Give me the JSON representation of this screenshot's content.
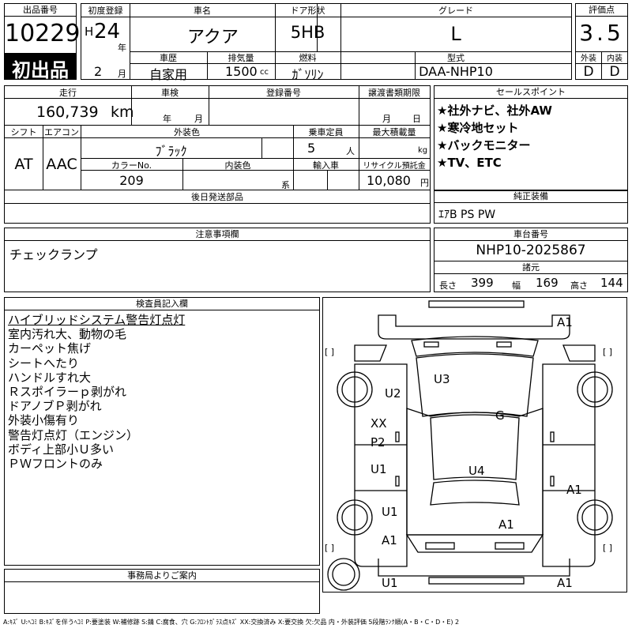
{
  "header": {
    "lot_no_label": "出品番号",
    "lot_no": "10229",
    "first_listing": "初出品",
    "reg_label": "初度登録",
    "reg_era": "H",
    "reg_year": "24",
    "year_unit": "年",
    "reg_month": "2",
    "month_unit": "月",
    "car_name_label": "車名",
    "car_name": "アクア",
    "door_label": "ドア形状",
    "door": "5HB",
    "grade_label": "グレード",
    "grade": "L",
    "score_label": "評価点",
    "score": "3.5",
    "history_label": "車歴",
    "history": "自家用",
    "displacement_label": "排気量",
    "displacement": "1500",
    "displacement_unit": "cc",
    "fuel_label": "燃料",
    "fuel": "ｶﾞｿﾘﾝ",
    "model_label": "型式",
    "model": "DAA-NHP10",
    "exterior_label": "外装",
    "exterior": "D",
    "interior_label": "内装",
    "interior": "D"
  },
  "row2": {
    "mileage_label": "走行",
    "mileage": "160,739",
    "mileage_unit": "km",
    "inspection_label": "車検",
    "year_unit": "年",
    "month_unit": "月",
    "plate_label": "登録番号",
    "transfer_label": "譲渡書類期限",
    "t_month": "月",
    "t_day": "日",
    "sales_label": "セールスポイント",
    "sales_points": [
      "★社外ナビ、社外AW",
      "★寒冷地セット",
      "★バックモニター",
      "★TV、ETC"
    ],
    "shift_label": "シフト",
    "shift": "AT",
    "ac_label": "エアコン",
    "ac": "AAC",
    "color_label": "外装色",
    "color": "ﾌﾞﾗｯｸ",
    "capacity_label": "乗車定員",
    "capacity": "5",
    "capacity_unit": "人",
    "load_label": "最大積載量",
    "load_unit": "kg",
    "color_no_label": "カラーNo.",
    "color_no": "209",
    "int_color_label": "内装色",
    "int_color_unit": "系",
    "import_label": "輸入車",
    "recycle_label": "リサイクル預託金",
    "recycle": "10,080",
    "recycle_unit": "円",
    "later_parts_label": "後日発送部品",
    "equip_label": "純正装備",
    "equip": "ｴｱB PS PW"
  },
  "row3": {
    "caution_label": "注意事項欄",
    "caution": "チェックランプ",
    "chassis_label": "車台番号",
    "chassis": "NHP10-2025867",
    "spec_label": "諸元",
    "length_label": "長さ",
    "length": "399",
    "width_label": "幅",
    "width": "169",
    "height_label": "高さ",
    "height": "144"
  },
  "inspector": {
    "label": "検査員記入欄",
    "lines": [
      "ハイブリッドシステム警告灯点灯",
      "室内汚れ大、動物の毛",
      "カーペット焦げ",
      "シートへたり",
      "ハンドルすれ大",
      "Ｒスポイラーｐ剥がれ",
      "ドアノブＰ剥がれ",
      "外装小傷有り",
      "警告灯点灯（エンジン）",
      "ボディ上部小Ｕ多い",
      "ＰＷフロントのみ"
    ]
  },
  "office": {
    "label": "事務局よりご案内"
  },
  "diagram_marks": {
    "front_bumper": "A1",
    "u3": "U3",
    "u2": "U2",
    "g": "G",
    "xx": "XX",
    "p2": "P2",
    "u1_left_door": "U1",
    "u4": "U4",
    "a1_right_rear": "A1",
    "u1_left_rear": "U1",
    "a1_trunk": "A1",
    "a1_left_quarter": "A1",
    "u1_rear_bumper": "U1",
    "a1_rear_bumper": "A1",
    "bracket_l1": "[  ]",
    "bracket_r1": "[  ]",
    "bracket_l2": "[  ]",
    "bracket_r2": "[  ]"
  },
  "legend": "A:ｷｽﾞ U:ﾍｺﾐ B:ｷｽﾞを伴うﾍｺﾐ P:要塗装 W:補修跡 S:錆 C:腐食、穴 G:ﾌﾛﾝﾄｶﾞﾗｽ点ｷｽﾞ XX:交換済み X:要交換 欠:欠品 内・外装評価 5段階ﾗﾝｸ順(A・B・C・D・E) 2"
}
